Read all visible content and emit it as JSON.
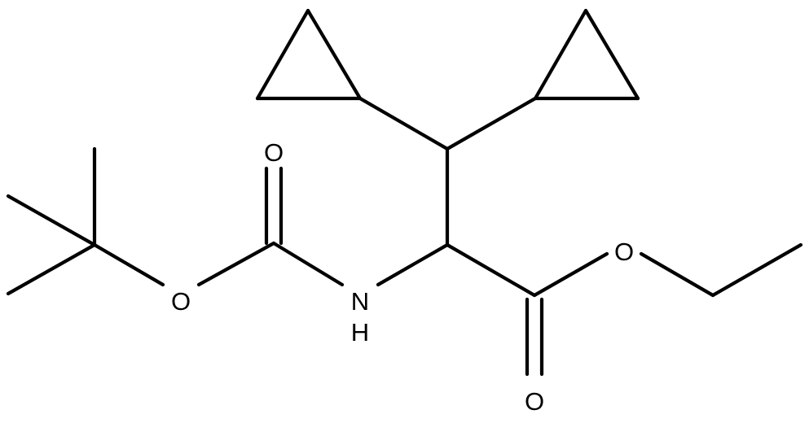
{
  "diagram": {
    "type": "skeletal-structure",
    "atom_labels": {
      "carbamate_carbonyl_o": "O",
      "ether_o": "O",
      "amide_n": "N",
      "amide_h": "H",
      "ester_alkoxy_o": "O",
      "ester_carbonyl_o": "O"
    },
    "colors": {
      "bond": "#000000",
      "label": "#000000",
      "background": "#ffffff"
    }
  }
}
